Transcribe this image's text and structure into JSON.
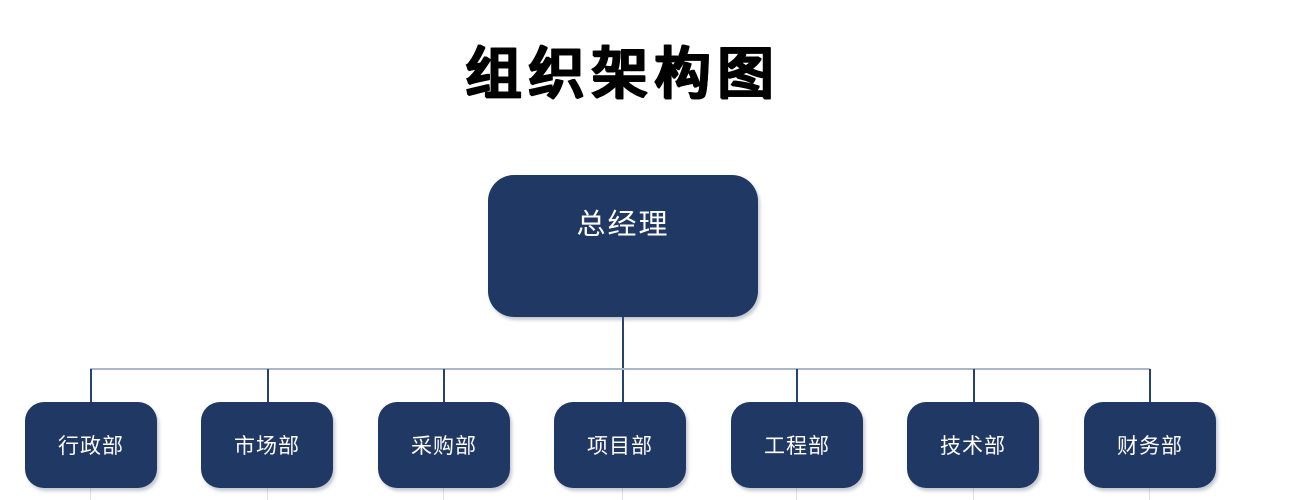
{
  "page": {
    "title": "组织架构图",
    "background": "#ffffff"
  },
  "diagram": {
    "type": "org-chart",
    "root": {
      "label": "总经理"
    },
    "children": [
      {
        "label": "行政部"
      },
      {
        "label": "市场部"
      },
      {
        "label": "采购部"
      },
      {
        "label": "项目部"
      },
      {
        "label": "工程部"
      },
      {
        "label": "技术部"
      },
      {
        "label": "财务部"
      }
    ],
    "colors": {
      "page_bg": "#ffffff",
      "title_color": "#000000",
      "node_fill": "#1f3864",
      "node_text": "#ffffff",
      "connector_light": "#a9b7d4",
      "connector_dark": "#26436f",
      "connector_faint": "#dde3ee"
    }
  }
}
